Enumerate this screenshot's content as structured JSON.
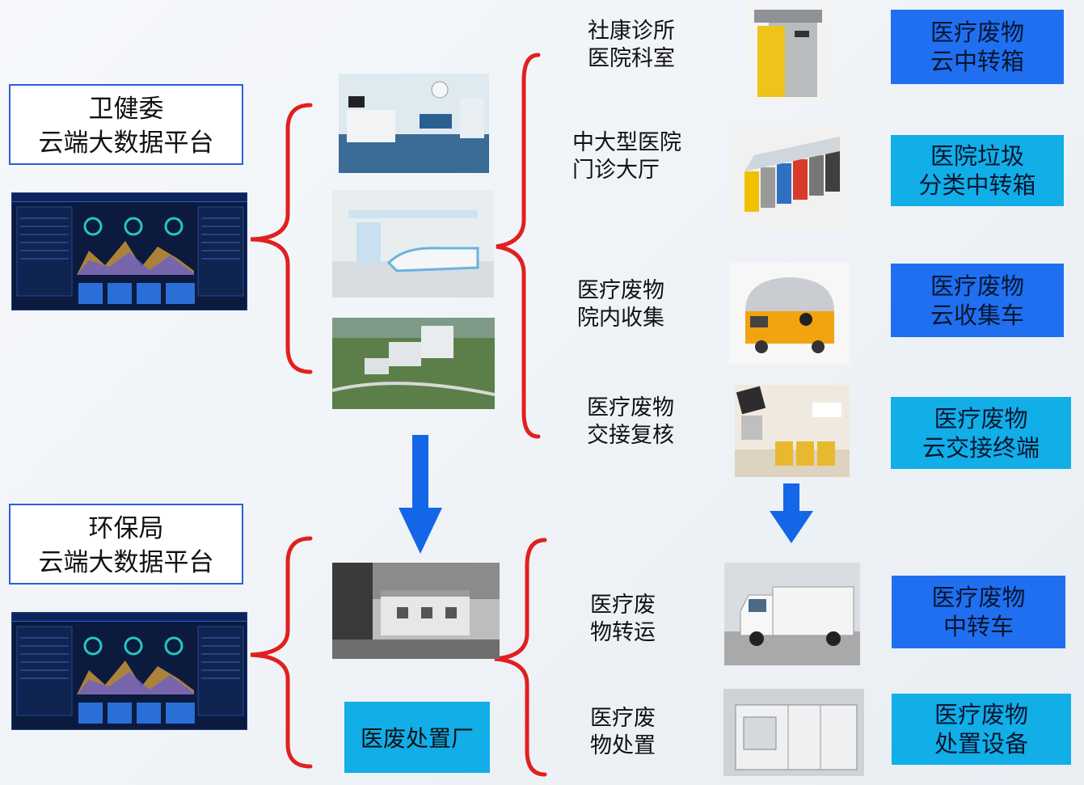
{
  "platforms": [
    {
      "line1": "卫健委",
      "line2": "云端大数据平台"
    },
    {
      "line1": "环保局",
      "line2": "云端大数据平台"
    }
  ],
  "sources": [
    {
      "line1": "社康诊所",
      "line2": "医院科室"
    },
    {
      "line1": "中大型医院",
      "line2": "门诊大厅"
    },
    {
      "line1": "医疗废物",
      "line2": "院内收集"
    },
    {
      "line1": "医疗废物",
      "line2": "交接复核"
    },
    {
      "line1": "医疗废",
      "line2": "物转运"
    },
    {
      "line1": "医疗废",
      "line2": "物处置"
    }
  ],
  "products": [
    {
      "line1": "医疗废物",
      "line2": "云中转箱"
    },
    {
      "line1": "医院垃圾",
      "line2": "分类中转箱"
    },
    {
      "line1": "医疗废物",
      "line2": "云收集车"
    },
    {
      "line1": "医疗废物",
      "line2": "云交接终端"
    },
    {
      "line1": "医疗废物",
      "line2": "中转车"
    },
    {
      "line1": "医疗废物",
      "line2": "处置设备"
    }
  ],
  "plant_label": "医废处置厂",
  "colors": {
    "bracket": "#e0201f",
    "arrow": "#1466e8",
    "tag_blue": "#1f6ff0",
    "tag_cyan": "#11aee8",
    "platform_border": "#2d5fd6"
  }
}
